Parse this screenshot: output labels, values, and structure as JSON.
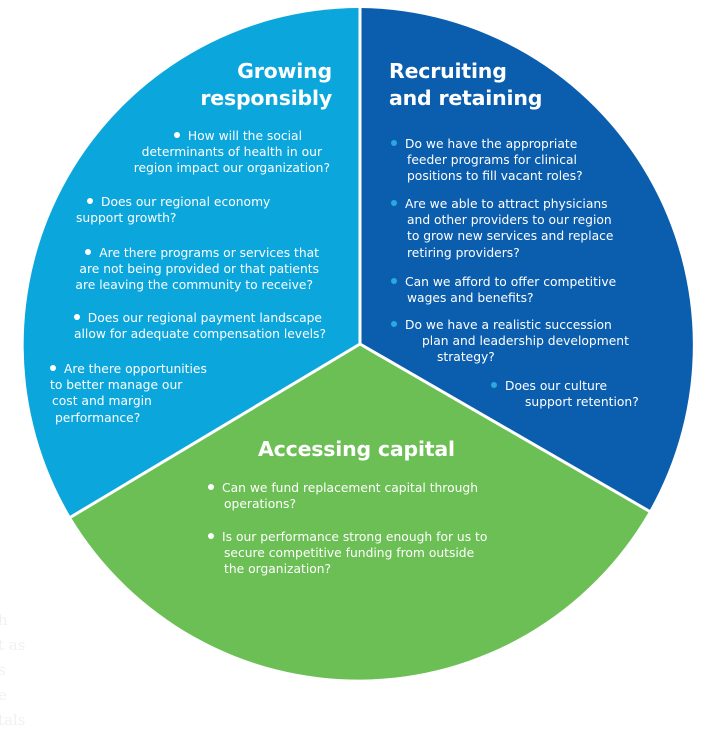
{
  "colors": {
    "growing": "#0ba6dc",
    "recruiting": "#0b5eae",
    "capital": "#6cbf55",
    "divider": "#ffffff",
    "bullet_on_dark": "#2aa9e0",
    "text": "#ffffff"
  },
  "segments": {
    "growing": {
      "title_lines": [
        "Growing",
        "responsibly"
      ],
      "questions": [
        {
          "lines": [
            "How will the social",
            "determinants of health in our",
            "region impact our organization?"
          ]
        },
        {
          "lines": [
            "Does our regional economy",
            "support growth?"
          ]
        },
        {
          "lines": [
            "Are there programs or services that",
            "are not being provided or that patients",
            "are leaving the community to receive?"
          ]
        },
        {
          "lines": [
            "Does our regional payment landscape",
            "allow for adequate compensation levels?"
          ]
        },
        {
          "lines": [
            "Are there opportunities",
            "to better manage our",
            "cost and margin",
            "performance?"
          ]
        }
      ]
    },
    "recruiting": {
      "title_lines": [
        "Recruiting",
        "and retaining"
      ],
      "questions": [
        {
          "lines": [
            "Do we have the appropriate",
            "feeder programs for clinical",
            "positions to fill vacant roles?"
          ]
        },
        {
          "lines": [
            "Are we able to attract physicians",
            "and other providers to our region",
            "to grow new services and replace",
            "retiring providers?"
          ]
        },
        {
          "lines": [
            "Can we afford to offer competitive",
            "wages and benefits?"
          ]
        },
        {
          "lines": [
            "Do we have a realistic succession",
            "plan and leadership development",
            "strategy?"
          ]
        },
        {
          "lines": [
            "Does our culture",
            "support retention?"
          ]
        }
      ]
    },
    "capital": {
      "title": "Accessing capital",
      "questions": [
        {
          "lines": [
            "Can we fund replacement capital through",
            "operations?"
          ]
        },
        {
          "lines": [
            "Is our performance strong enough for us to",
            "secure competitive funding from outside",
            "the organization?"
          ]
        }
      ]
    }
  },
  "ghost_text": [
    "h",
    "t as",
    "s",
    "e",
    "tals"
  ]
}
